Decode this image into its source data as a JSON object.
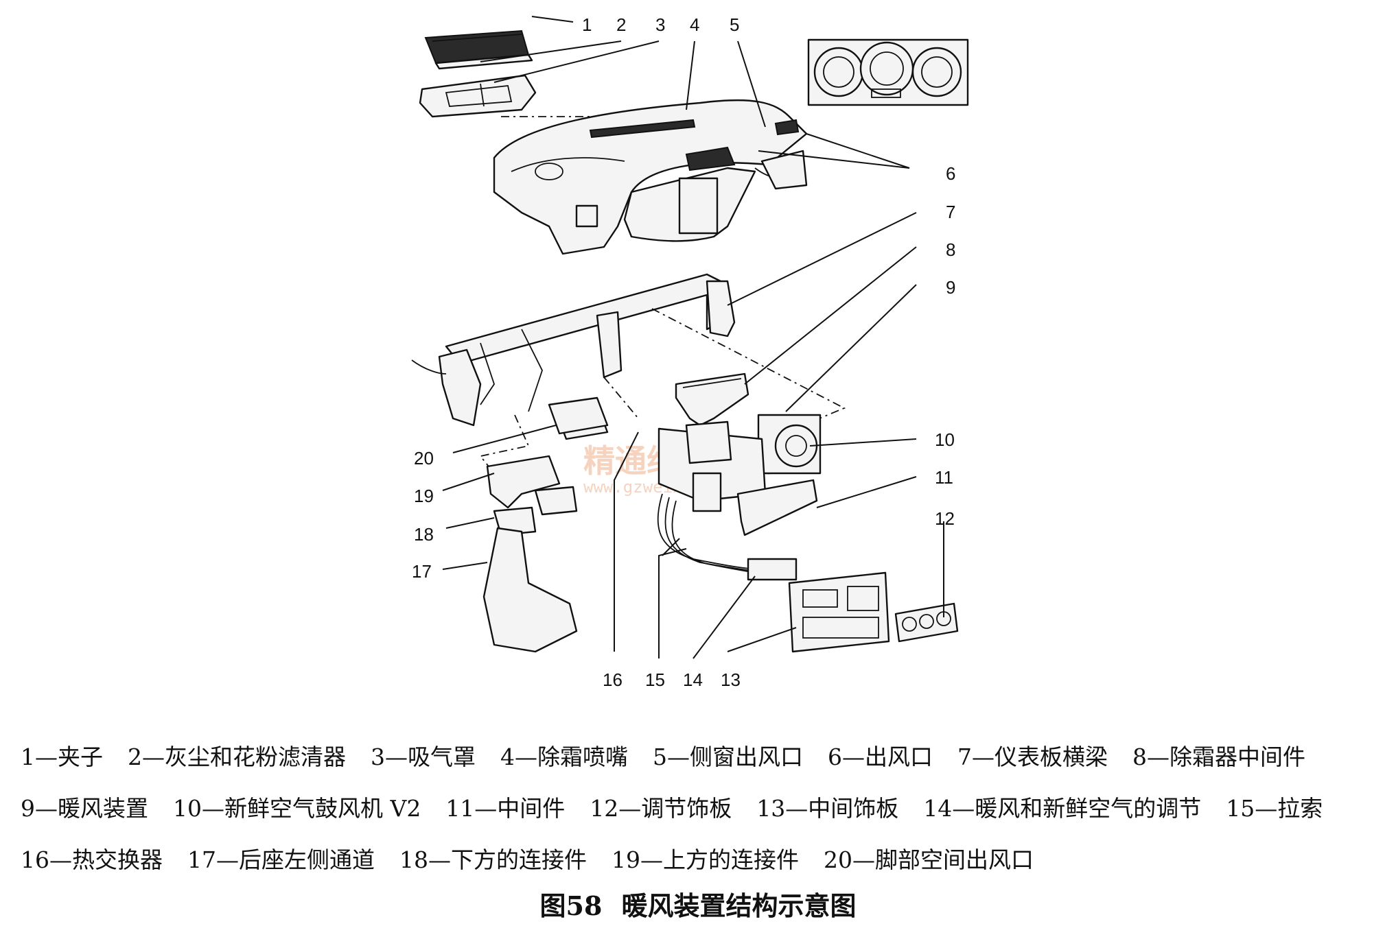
{
  "figure": {
    "callouts": [
      "1",
      "2",
      "3",
      "4",
      "5",
      "6",
      "7",
      "8",
      "9",
      "10",
      "11",
      "12",
      "13",
      "14",
      "15",
      "16",
      "17",
      "18",
      "19",
      "20"
    ],
    "watermark": "精通维修下载",
    "watermark_url": "www.gzweix.com"
  },
  "legend": [
    "1—夹子",
    "2—灰尘和花粉滤清器",
    "3—吸气罩",
    "4—除霜喷嘴",
    "5—侧窗出风口",
    "6—出风口",
    "7—仪表板横梁",
    "8—除霜器中间件",
    "9—暖风装置",
    "10—新鲜空气鼓风机 V2",
    "11—中间件",
    "12—调节饰板",
    "13—中间饰板",
    "14—暖风和新鲜空气的调节",
    "15—拉索",
    "16—热交换器",
    "17—后座左侧通道",
    "18—下方的连接件",
    "19—上方的连接件",
    "20—脚部空间出风口"
  ],
  "caption": {
    "number": "图58",
    "title": "暖风装置结构示意图"
  }
}
